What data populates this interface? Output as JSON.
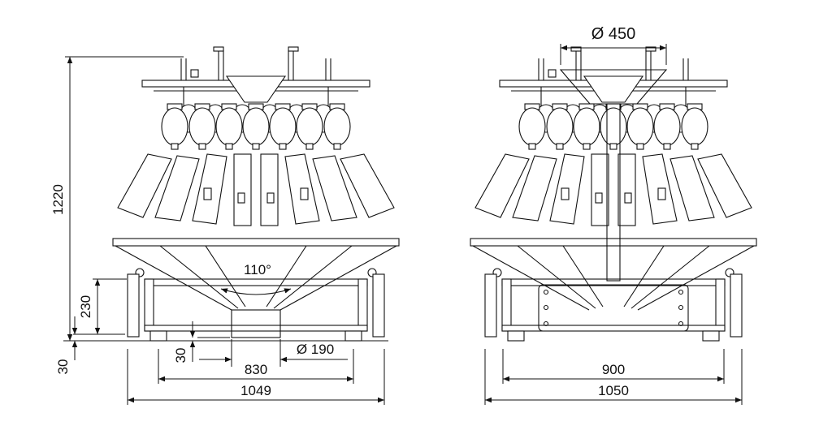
{
  "page": {
    "paper_color": "#ffffff",
    "ink_color": "#111111"
  },
  "drawing": {
    "views": {
      "left": {
        "dimensions": {
          "overall_height": "1220",
          "base_height": "230",
          "ground_clearance": "30",
          "outlet_clearance": "30",
          "discharge_angle": "110°",
          "outlet_diameter": "Ø 190",
          "frame_width": "830",
          "overall_width": "1049"
        }
      },
      "right": {
        "dimensions": {
          "inlet_diameter": "Ø 450",
          "base_width": "900",
          "overall_width": "1050"
        }
      }
    }
  }
}
